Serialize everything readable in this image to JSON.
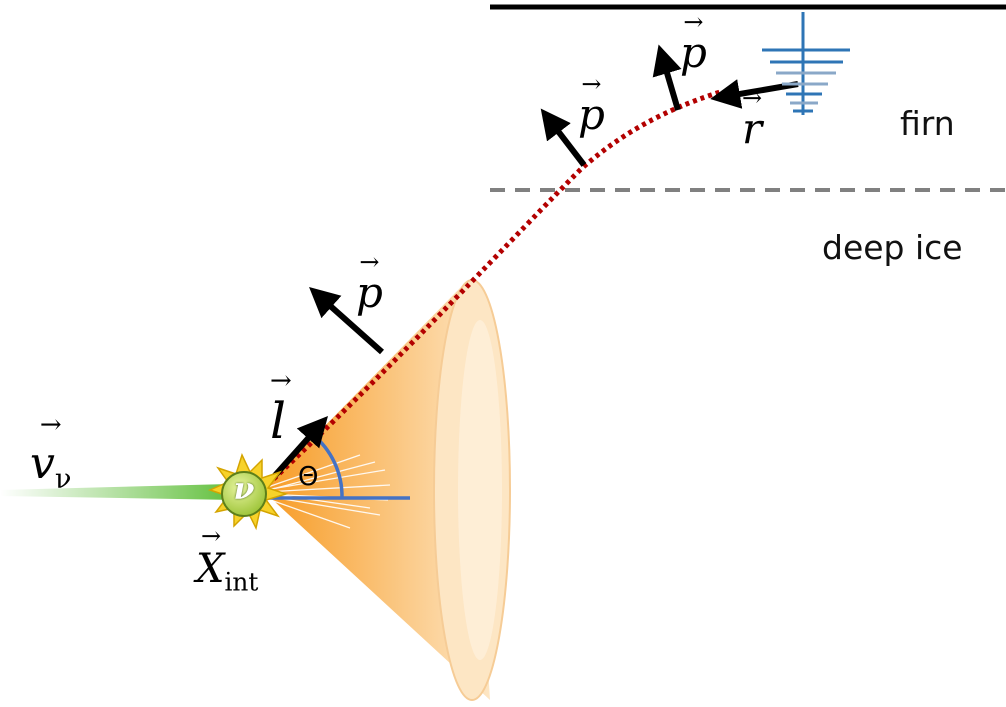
{
  "labels": {
    "firn": "firn",
    "deep_ice": "deep ice",
    "v_nu": "v",
    "v_nu_sub": "ν",
    "x_int": "X",
    "x_int_sub": "int",
    "l": "l",
    "p": "p",
    "r": "r",
    "theta": "Θ",
    "nu_symbol": "ν",
    "vector_arrow": "→"
  },
  "colors": {
    "ray_path": "#b30000",
    "angle_arc": "#4472c4",
    "cone_dark": "#f7a030",
    "cone_light": "#fde3bd",
    "neutrino_beam": "#6cc24a",
    "antenna": "#2e75b6",
    "boundary_dashed": "#808080"
  }
}
